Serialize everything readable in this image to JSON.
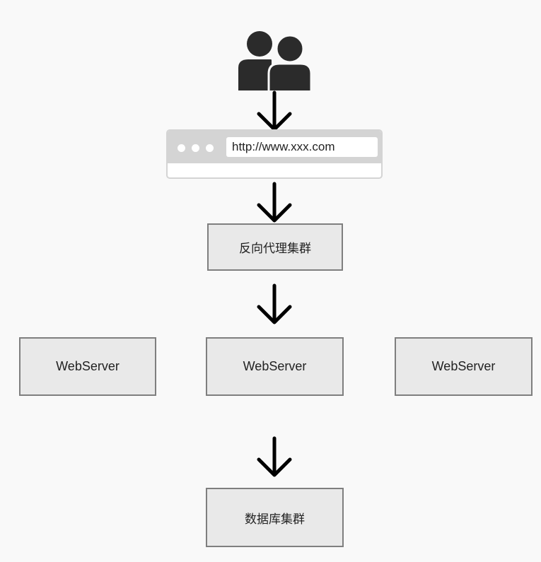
{
  "browser": {
    "url": "http://www.xxx.com"
  },
  "nodes": {
    "proxy_cluster": "反向代理集群",
    "webservers": [
      "WebServer",
      "WebServer",
      "WebServer"
    ],
    "database_cluster": "数据库集群"
  },
  "colors": {
    "background": "#f9f9f9",
    "node_fill": "#e9e9e9",
    "node_border": "#7f7f7f",
    "browser_chrome": "#d4d4d4",
    "icon": "#2b2b2b",
    "arrow": "#000000"
  },
  "icons": {
    "users": "users-icon",
    "arrow": "arrow-down-icon"
  }
}
